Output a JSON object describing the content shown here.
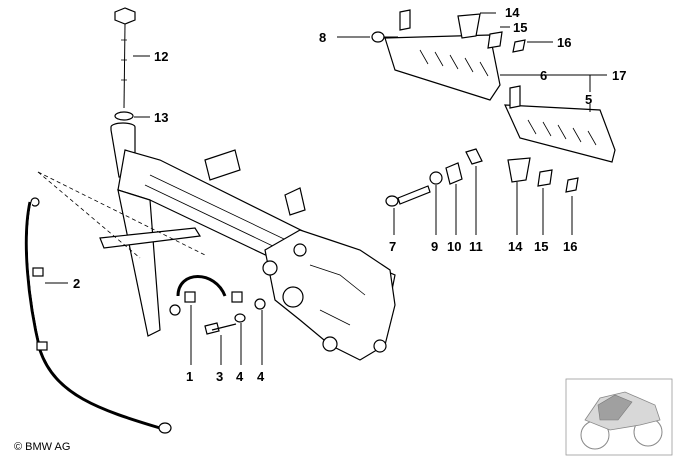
{
  "copyright": "© BMW AG",
  "callouts": {
    "c1": "1",
    "c2": "2",
    "c3": "3",
    "c4a": "4",
    "c4b": "4",
    "c5": "5",
    "c6": "6",
    "c7": "7",
    "c8": "8",
    "c9": "9",
    "c10": "10",
    "c11": "11",
    "c12": "12",
    "c13": "13",
    "c14a": "14",
    "c14b": "14",
    "c15a": "15",
    "c15b": "15",
    "c16a": "16",
    "c16b": "16",
    "c17": "17"
  }
}
